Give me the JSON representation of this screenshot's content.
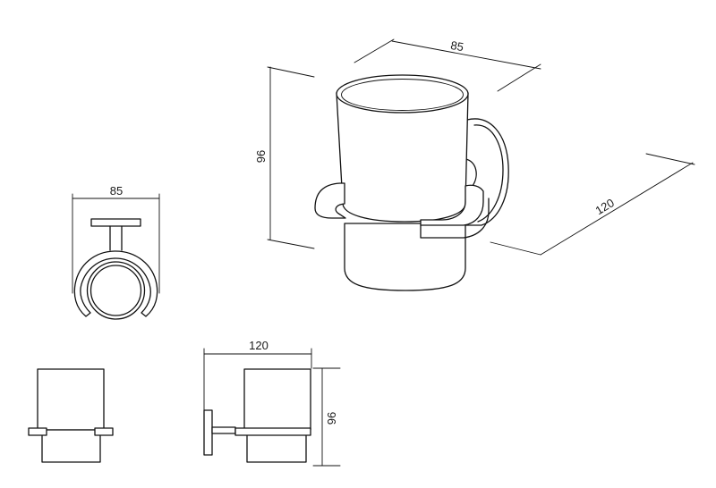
{
  "drawing": {
    "iso_view": {
      "dim_width": "85",
      "dim_height": "96",
      "dim_depth": "120"
    },
    "top_view": {
      "dim_width": "85"
    },
    "side_view": {
      "dim_depth": "120",
      "dim_height": "96"
    }
  },
  "colors": {
    "line": "#111111",
    "background": "#ffffff"
  }
}
